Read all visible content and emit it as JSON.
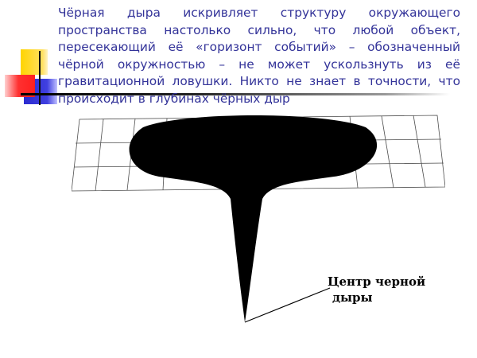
{
  "slide": {
    "text": "Чёрная дыра искривляет структуру окружающего пространства настолько сильно, что любой объект, пересекающий её «горизонт событий» – обозначенный чёрной окружностью – не может ускользнуть из её гравитационной ловушки. Никто не знает в точности, что происходит в глубинах чёрных дыр",
    "caption": {
      "line1": "Центр черной",
      "line2": "дыры"
    }
  },
  "colors": {
    "text": "#333399",
    "yellow": "#ffd400",
    "red": "#ff2020",
    "blue": "#2b2bd0"
  }
}
